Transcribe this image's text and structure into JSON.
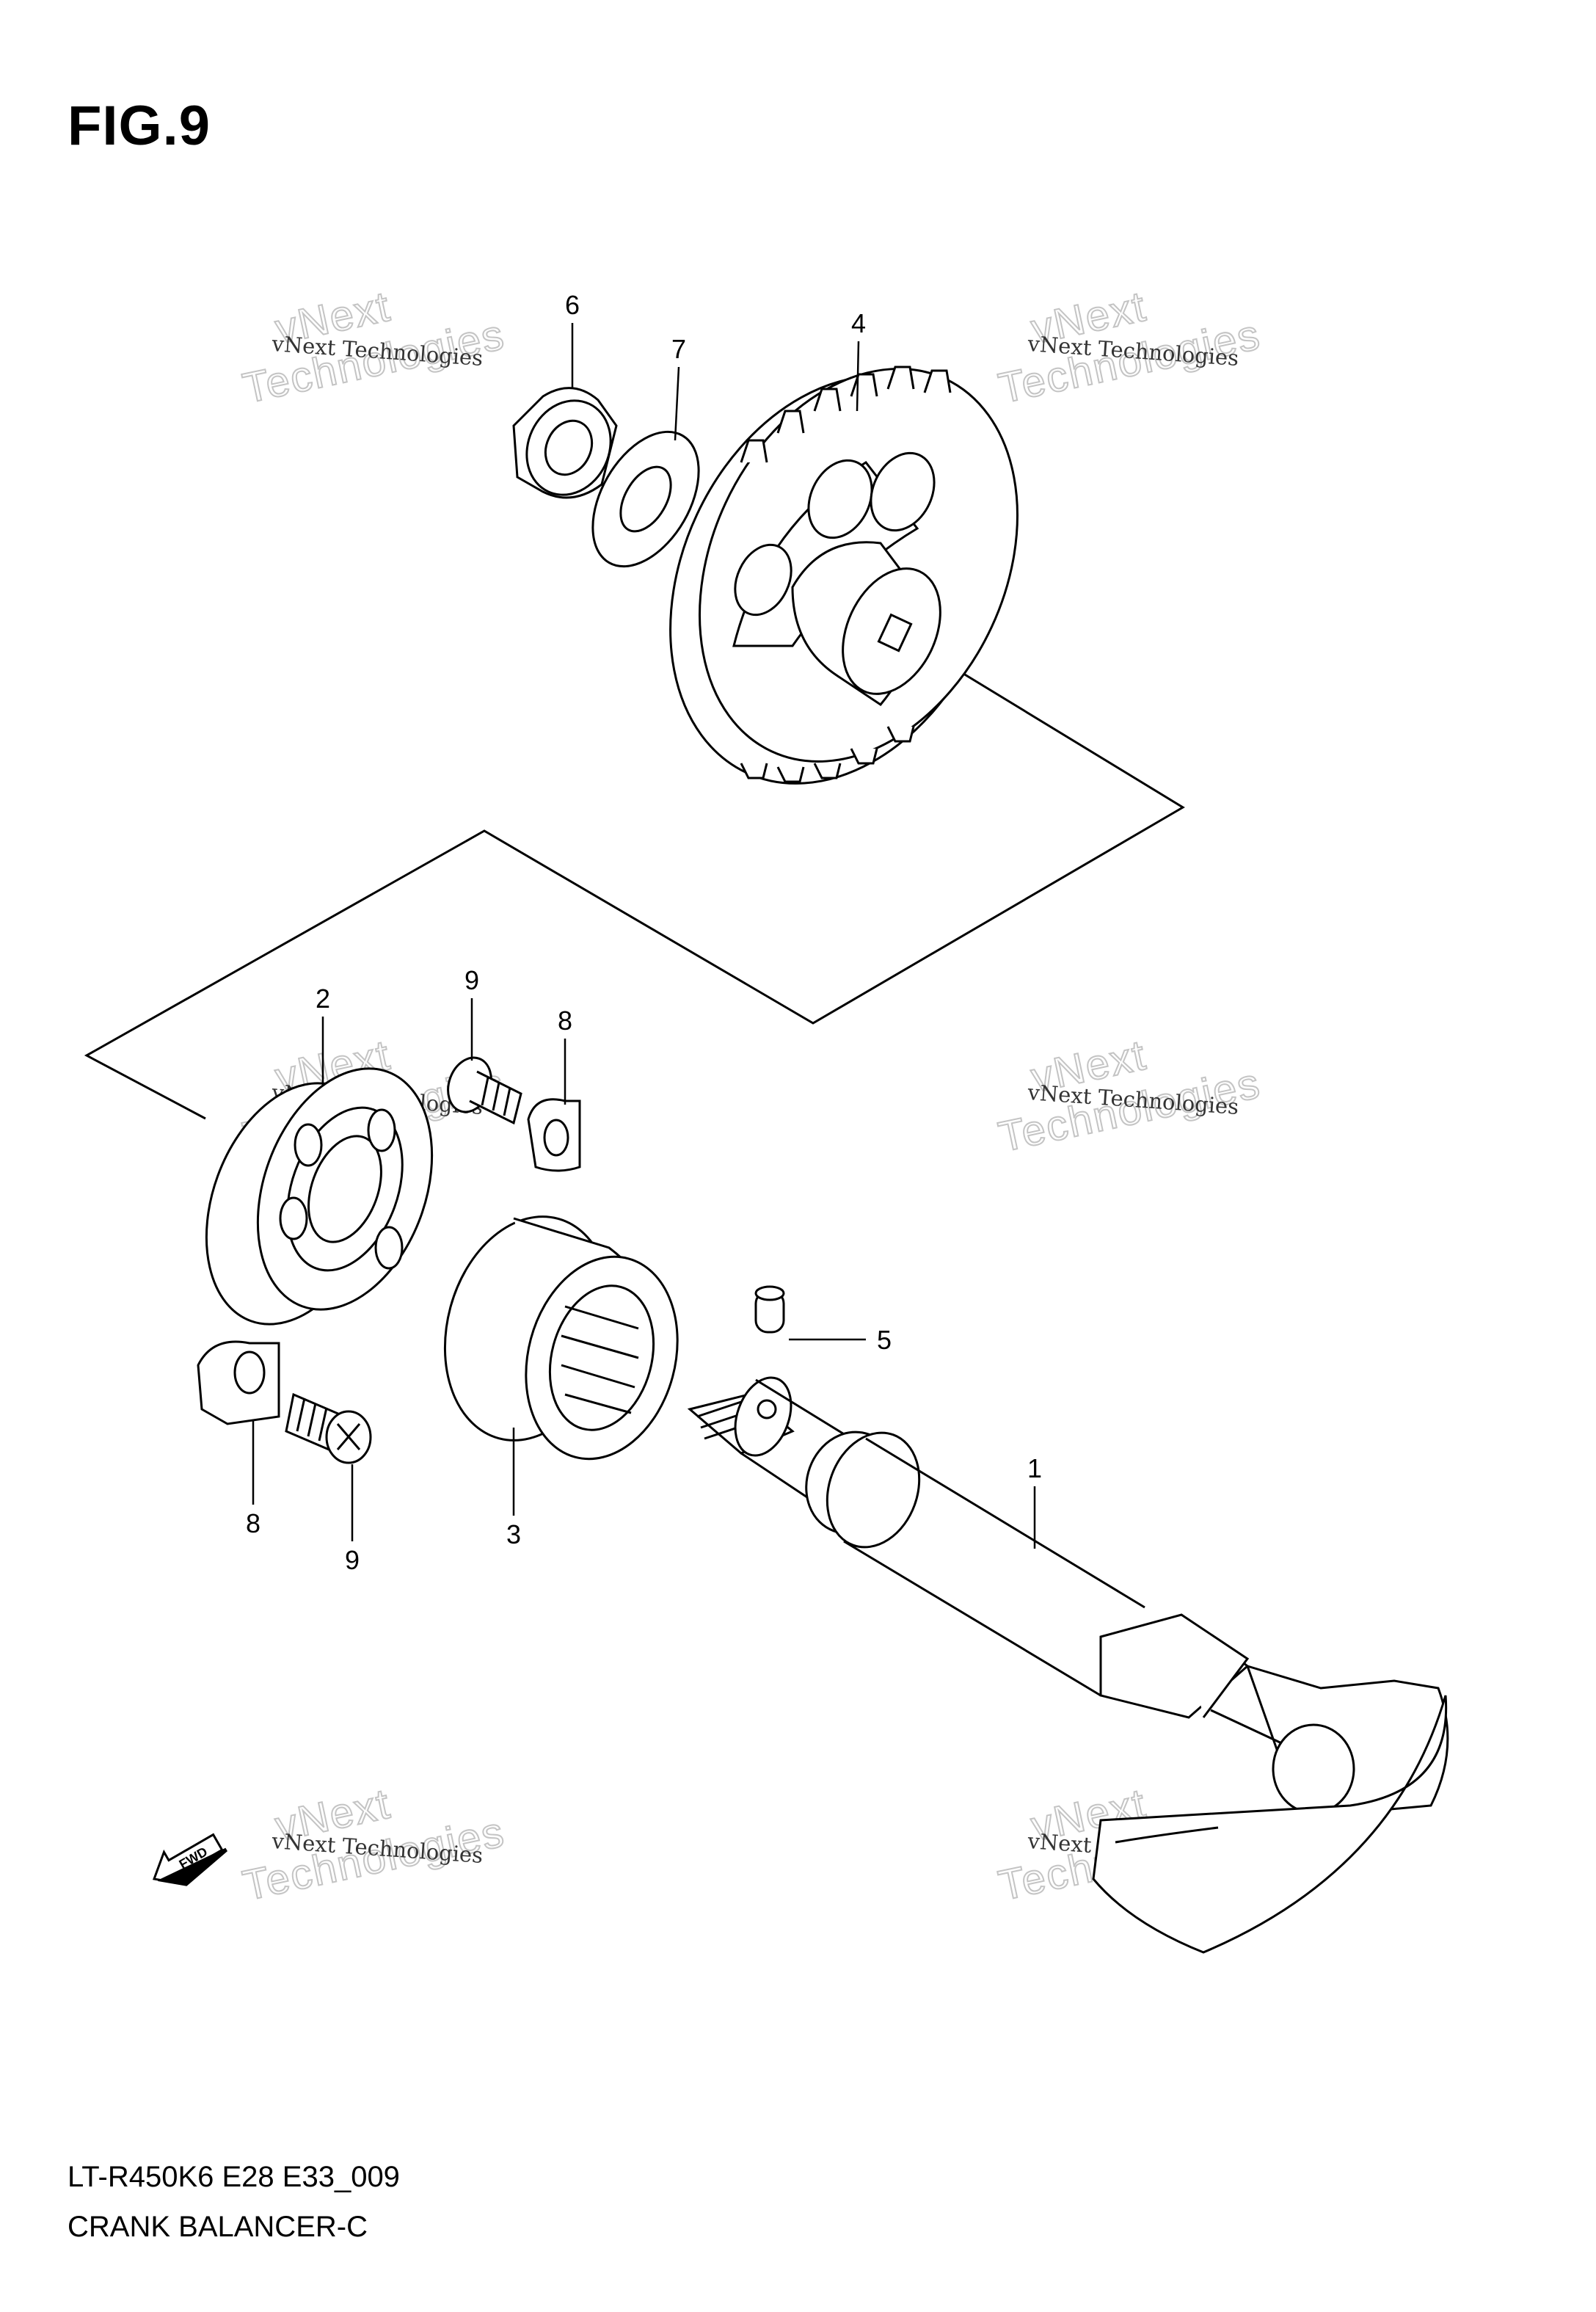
{
  "figure": {
    "title": "FIG.9"
  },
  "footer": {
    "model_code": "LT-R450K6 E28 E33_009",
    "part_name": "CRANK BALANCER-C"
  },
  "watermark": {
    "company": "vNext Technologies",
    "line1": "vNext",
    "line2": "Technologies"
  },
  "callouts": [
    {
      "id": "c6",
      "label": "6"
    },
    {
      "id": "c7",
      "label": "7"
    },
    {
      "id": "c4",
      "label": "4"
    },
    {
      "id": "c9a",
      "label": "9"
    },
    {
      "id": "c8a",
      "label": "8"
    },
    {
      "id": "c2",
      "label": "2"
    },
    {
      "id": "c5",
      "label": "5"
    },
    {
      "id": "c1",
      "label": "1"
    },
    {
      "id": "c8b",
      "label": "8"
    },
    {
      "id": "c9b",
      "label": "9"
    },
    {
      "id": "c3",
      "label": "3"
    }
  ],
  "icons": {
    "forward": "fwd-arrow-icon"
  },
  "fwd_label": "FWD",
  "colors": {
    "line": "#000000",
    "watermark": "#c4c4c4",
    "background": "#ffffff"
  }
}
